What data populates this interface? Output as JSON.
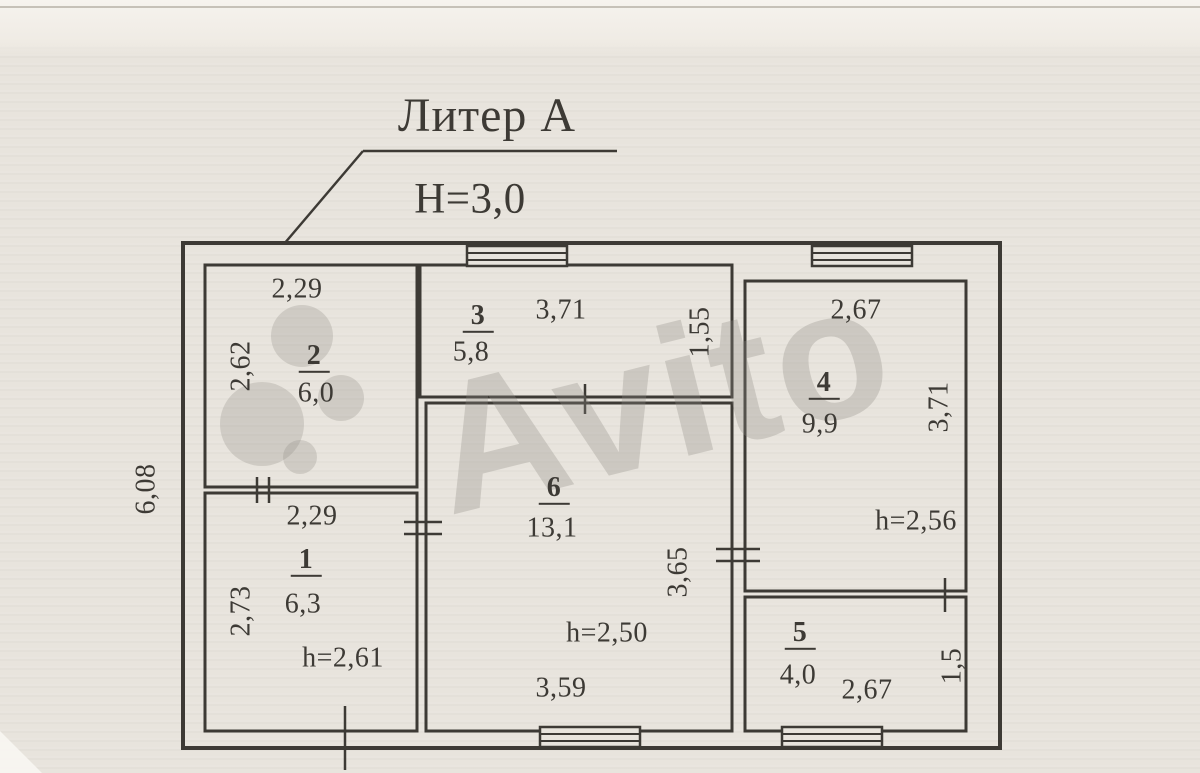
{
  "page": {
    "title": "Литер А",
    "building_height": "Н=3,0",
    "outer_dim_left": "6,08"
  },
  "watermark": {
    "text": "Avito"
  },
  "rooms": {
    "r1": {
      "num": "1",
      "area": "6,3",
      "dim_top": "2,29",
      "dim_left": "2,73",
      "ceiling_height": "h=2,61"
    },
    "r2": {
      "num": "2",
      "area": "6,0",
      "dim_top": "2,29",
      "dim_left": "2,62"
    },
    "r3": {
      "num": "3",
      "area": "5,8",
      "dim_width": "3,71",
      "dim_right": "1,55"
    },
    "r4": {
      "num": "4",
      "area": "9,9",
      "dim_top": "2,67",
      "dim_right": "3,71",
      "ceiling_height": "h=2,56"
    },
    "r5": {
      "num": "5",
      "area": "4,0",
      "dim_bottom": "2,67",
      "dim_right": "1,5"
    },
    "r6": {
      "num": "6",
      "area": "13,1",
      "dim_right": "3,65",
      "dim_bottom": "3,59",
      "ceiling_height": "h=2,50"
    }
  },
  "colors": {
    "ink": "#3d3a35",
    "paper": "#e8e4dd",
    "watermark": "#8f8b84"
  }
}
